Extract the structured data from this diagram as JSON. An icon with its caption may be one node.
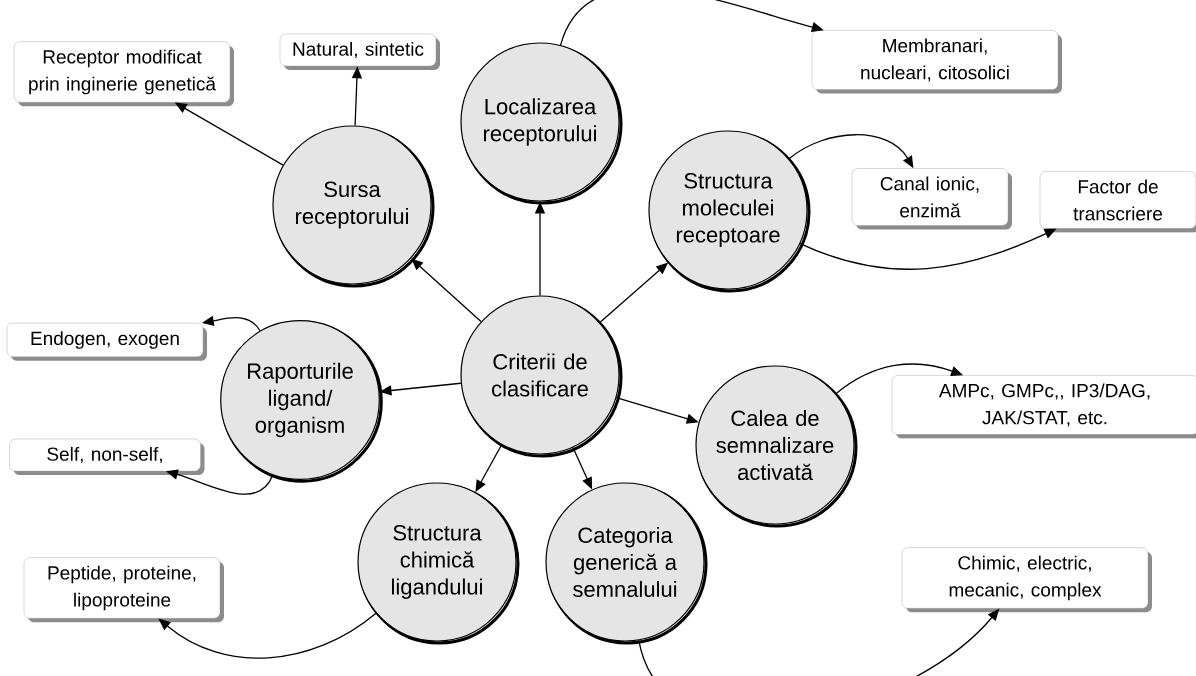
{
  "diagram": {
    "nodes": [
      {
        "text": [
          "Criterii de clasificare"
        ]
      },
      {
        "text": [
          "Sursa receptorului"
        ]
      },
      {
        "text": [
          "Localizarea receptorului"
        ]
      },
      {
        "text": [
          "Structura moleculei receptoare"
        ]
      },
      {
        "text": [
          "Calea de semnalizare activată"
        ]
      },
      {
        "text": [
          "Categoria generică a semnalului"
        ]
      },
      {
        "text": [
          "Structura chimică ligandului"
        ]
      },
      {
        "text": [
          "Raporturile ligand/ organism"
        ]
      },
      {
        "text": [
          "Receptor modificat prin inginerie genetică"
        ]
      },
      {
        "text": [
          "Natural, sintetic"
        ]
      },
      {
        "text": [
          "Membranari, nucleari, citosolici"
        ]
      },
      {
        "text": [
          "Canal ionic, enzimă"
        ]
      },
      {
        "text": [
          "Factor de transcriere"
        ]
      },
      {
        "text": [
          "Endogen, exogen"
        ]
      },
      {
        "text": [
          "Self, non-self,"
        ]
      },
      {
        "text": [
          "AMPc, GMPc,, IP3/DAG, JAK/STAT, etc."
        ]
      },
      {
        "text": [
          "Peptide, proteine, lipoproteine"
        ]
      },
      {
        "text": [
          "Chimic, electric, mecanic, complex"
        ]
      }
    ],
    "edges": [
      {
        "from": 0,
        "to": 1,
        "arrow": "to"
      },
      {
        "from": 0,
        "to": 2,
        "arrow": "to"
      },
      {
        "from": 0,
        "to": 3,
        "arrow": "to"
      },
      {
        "from": 0,
        "to": 7,
        "arrow": "to"
      },
      {
        "from": 0,
        "to": 4,
        "arrow": "to"
      },
      {
        "from": 0,
        "to": 6,
        "arrow": "to"
      },
      {
        "from": 0,
        "to": 5,
        "arrow": "to"
      },
      {
        "from": 1,
        "to": 8,
        "arrow": "to"
      },
      {
        "from": 1,
        "to": 9,
        "arrow": "to"
      },
      {
        "from": 2,
        "to": 10,
        "arrow": "to"
      },
      {
        "from": 3,
        "to": 11,
        "arrow": "to"
      },
      {
        "from": 3,
        "to": 12,
        "arrow": "to"
      },
      {
        "from": 7,
        "to": 13,
        "arrow": "to"
      },
      {
        "from": 7,
        "to": 14,
        "arrow": "to"
      },
      {
        "from": 4,
        "to": 15,
        "arrow": "to"
      },
      {
        "from": 6,
        "to": 16,
        "arrow": "to"
      },
      {
        "from": 5,
        "to": 17,
        "arrow": "to"
      }
    ]
  }
}
